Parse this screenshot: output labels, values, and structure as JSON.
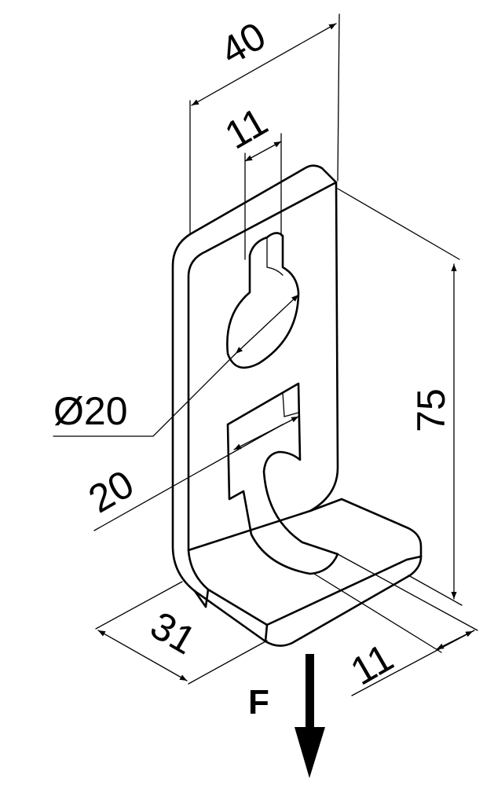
{
  "dimensions": {
    "width_top": "40",
    "slot_width": "11",
    "hole_diameter": "Ø20",
    "slot_length": "20",
    "height": "75",
    "depth": "31",
    "foot_slot": "11"
  },
  "force": {
    "label": "F"
  },
  "colors": {
    "line": "#000000",
    "background": "#ffffff"
  }
}
